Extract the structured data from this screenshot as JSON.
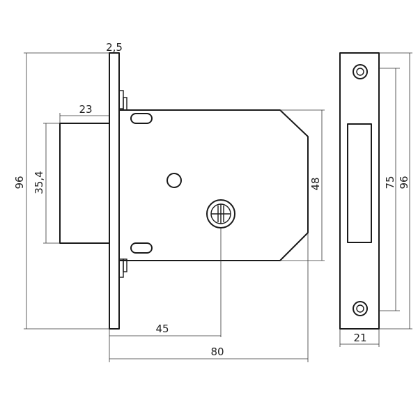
{
  "drawing": {
    "dimensions": {
      "faceplate_thickness": "2,5",
      "case_depth": "23",
      "case_height": "35,4",
      "overall_height": "96",
      "body_height": "48",
      "keyhole_offset": "45",
      "overall_length": "80",
      "strike_hole_spacing": "75",
      "strike_height": "96",
      "strike_width": "21"
    }
  }
}
